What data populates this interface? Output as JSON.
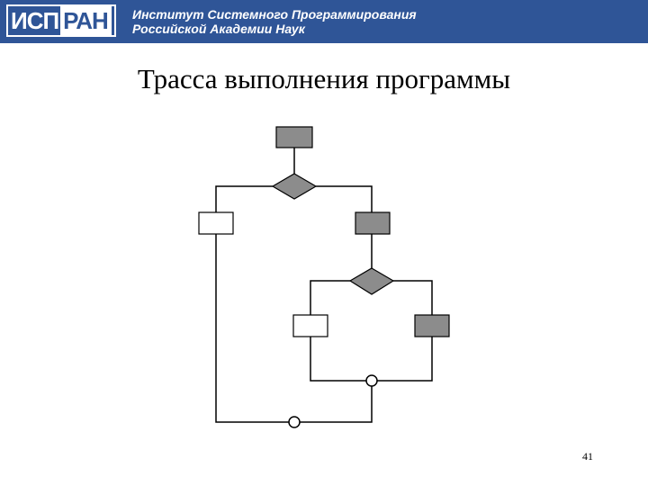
{
  "header": {
    "logo_left": "ИСП",
    "logo_right": "РАН",
    "institute_line1": "Институт Системного Программирования",
    "institute_line2": "Российской Академии Наук"
  },
  "slide": {
    "title": "Трасса выполнения программы",
    "page_number": "41"
  },
  "colors": {
    "header_bg": "#2f5597",
    "executed_fill": "#8c8c8c",
    "not_executed_fill": "#ffffff",
    "stroke": "#000000"
  }
}
